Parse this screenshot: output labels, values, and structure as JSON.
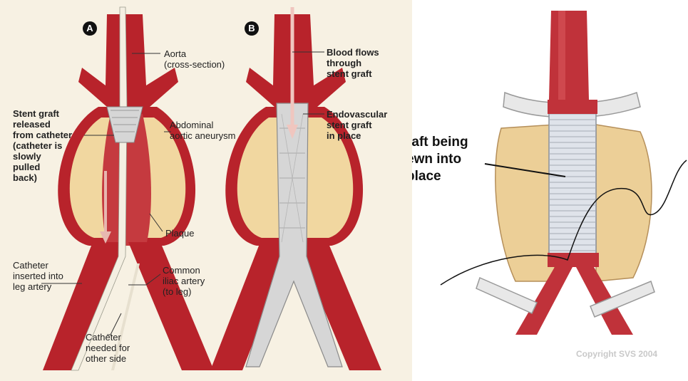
{
  "left_figure": {
    "badge_a": "A",
    "badge_b": "B",
    "labels": {
      "aorta": "Aorta\n(cross-section)",
      "stent_released": "Stent graft\nreleased\nfrom catheter\n(catheter is\nslowly\npulled\nback)",
      "aneurysm": "Abdominal\naortic aneurysm",
      "plaque": "Plaque",
      "catheter_inserted": "Catheter\ninserted into\nleg artery",
      "iliac": "Common\niliac artery\n(to leg)",
      "catheter_other": "Catheter\nneeded for\nother side",
      "blood_flows": "Blood flows\nthrough\nstent graft",
      "endovascular": "Endovascular\nstent graft\nin place"
    }
  },
  "right_figure": {
    "graft_label": "raft being\newn into\nplace",
    "copyright": "Copyright SVS 2004"
  },
  "colors": {
    "artery": "#b8232b",
    "artery_light": "#d9565b",
    "aneurysm_fill": "#f1d7a0",
    "panel_bg": "#f7f1e3",
    "stent": "#d6d6d6"
  }
}
